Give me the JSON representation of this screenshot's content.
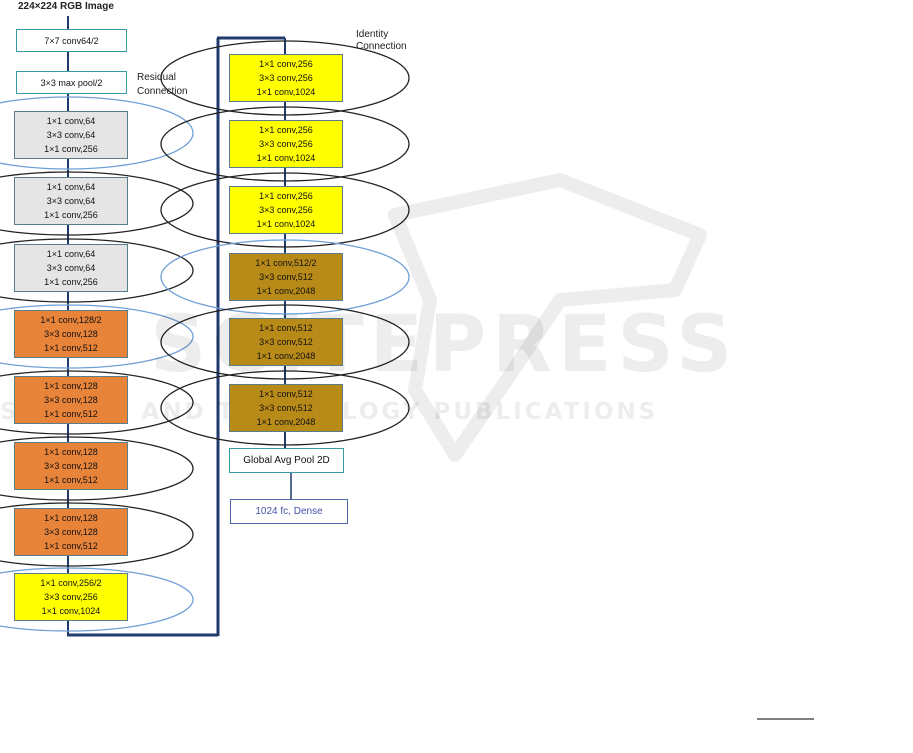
{
  "labels": {
    "input": "224×224 RGB Image",
    "residual_line1": "Residual",
    "residual_line2": "Connection",
    "identity_line1": "Identity",
    "identity_line2": "Connection"
  },
  "left_column": {
    "conv7": "7×7 conv64/2",
    "maxpool": "3×3 max pool/2",
    "blocks": [
      {
        "color": "gray",
        "lines": [
          "1×1 conv,64",
          "3×3 conv,64",
          "1×1 conv,256"
        ]
      },
      {
        "color": "gray",
        "lines": [
          "1×1 conv,64",
          "3×3 conv,64",
          "1×1 conv,256"
        ]
      },
      {
        "color": "gray",
        "lines": [
          "1×1 conv,64",
          "3×3 conv,64",
          "1×1 conv,256"
        ]
      },
      {
        "color": "orange",
        "lines": [
          "1×1 conv,128/2",
          "3×3 conv,128",
          "1×1 conv,512"
        ]
      },
      {
        "color": "orange",
        "lines": [
          "1×1 conv,128",
          "3×3 conv,128",
          "1×1 conv,512"
        ]
      },
      {
        "color": "orange",
        "lines": [
          "1×1 conv,128",
          "3×3 conv,128",
          "1×1 conv,512"
        ]
      },
      {
        "color": "orange",
        "lines": [
          "1×1 conv,128",
          "3×3 conv,128",
          "1×1 conv,512"
        ]
      },
      {
        "color": "yellow",
        "lines": [
          "1×1 conv,256/2",
          "3×3 conv,256",
          "1×1 conv,1024"
        ]
      }
    ]
  },
  "right_column": {
    "blocks": [
      {
        "color": "yellow",
        "lines": [
          "1×1 conv,256",
          "3×3 conv,256",
          "1×1 conv,1024"
        ]
      },
      {
        "color": "yellow",
        "lines": [
          "1×1 conv,256",
          "3×3 conv,256",
          "1×1 conv,1024"
        ]
      },
      {
        "color": "yellow",
        "lines": [
          "1×1 conv,256",
          "3×3 conv,256",
          "1×1 conv,1024"
        ]
      },
      {
        "color": "olive",
        "lines": [
          "1×1 conv,512/2",
          "3×3 conv,512",
          "1×1 conv,2048"
        ]
      },
      {
        "color": "olive",
        "lines": [
          "1×1 conv,512",
          "3×3 conv,512",
          "1×1 conv,2048"
        ]
      },
      {
        "color": "olive",
        "lines": [
          "1×1 conv,512",
          "3×3 conv,512",
          "1×1 conv,2048"
        ]
      }
    ],
    "gap": "Global Avg Pool 2D",
    "dense": "1024 fc, Dense"
  },
  "watermark": {
    "main": "SCITEPRESS",
    "sub": "SCIENCE AND TECHNOLOGY PUBLICATIONS"
  },
  "colors": {
    "gray": "#e5e5e5",
    "orange": "#e8833a",
    "yellow": "#ffff00",
    "olive": "#b88a17",
    "line": "#1f3a6b",
    "loop_blue": "#6e9fd6",
    "loop_black": "#222222"
  }
}
